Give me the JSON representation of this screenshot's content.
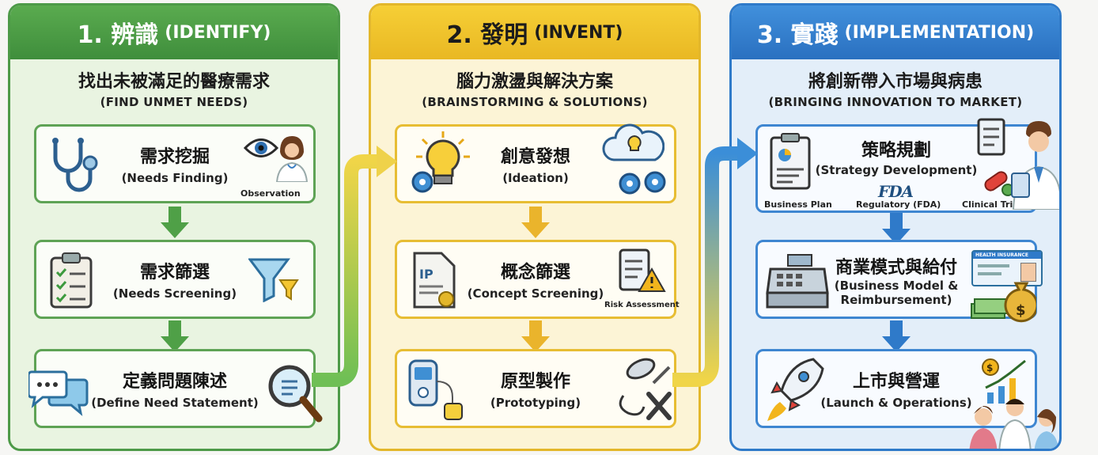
{
  "stages": [
    {
      "heading": "1. 辨識",
      "heading_en": "(IDENTIFY)",
      "subtitle": "找出未被滿足的醫療需求",
      "subtitle_en": "(FIND UNMET NEEDS)",
      "color": "#4d9a48",
      "steps": [
        {
          "title": "需求挖掘",
          "en": "(Needs Finding)",
          "tag": "Observation",
          "icons": [
            "stethoscope-icon",
            "eye-icon",
            "doctor-icon"
          ]
        },
        {
          "title": "需求篩選",
          "en": "(Needs Screening)",
          "icons": [
            "checklist-icon",
            "funnel-icon"
          ]
        },
        {
          "title": "定義問題陳述",
          "en": "(Define Need Statement)",
          "icons": [
            "chat-bubbles-icon",
            "magnifier-icon"
          ]
        }
      ]
    },
    {
      "heading": "2. 發明",
      "heading_en": "(INVENT)",
      "subtitle": "腦力激盪與解決方案",
      "subtitle_en": "(BRAINSTORMING & SOLUTIONS)",
      "color": "#e3b72b",
      "steps": [
        {
          "title": "創意發想",
          "en": "(Ideation)",
          "icons": [
            "lightbulb-icon",
            "gears-icon",
            "cloud-idea-icon"
          ]
        },
        {
          "title": "概念篩選",
          "en": "(Concept Screening)",
          "tag": "Risk Assessment",
          "icons": [
            "ip-document-icon",
            "warning-clipboard-icon"
          ]
        },
        {
          "title": "原型製作",
          "en": "(Prototyping)",
          "icons": [
            "device-icon",
            "tools-icon"
          ]
        }
      ]
    },
    {
      "heading": "3. 實踐",
      "heading_en": "(IMPLEMENTATION)",
      "subtitle": "將創新帶入市場與病患",
      "subtitle_en": "(BRINGING INNOVATION TO MARKET)",
      "color": "#2f7ac9",
      "steps": [
        {
          "title": "策略規劃",
          "en": "(Strategy Development)",
          "tags": [
            "Business Plan",
            "Regulatory (FDA)",
            "Clinical Trials"
          ],
          "logo": "FDA",
          "icons": [
            "business-plan-icon",
            "pills-icon",
            "doctor-clipboard-icon"
          ]
        },
        {
          "title": "商業模式與給付",
          "en_lines": [
            "(Business Model &",
            "Reimbursement)"
          ],
          "card_label": "HEALTH INSURANCE",
          "icons": [
            "cash-register-icon",
            "insurance-card-icon",
            "money-bag-icon"
          ]
        },
        {
          "title": "上市與營運",
          "en": "(Launch & Operations)",
          "icons": [
            "rocket-icon",
            "growth-chart-icon",
            "people-icon"
          ]
        }
      ]
    }
  ]
}
